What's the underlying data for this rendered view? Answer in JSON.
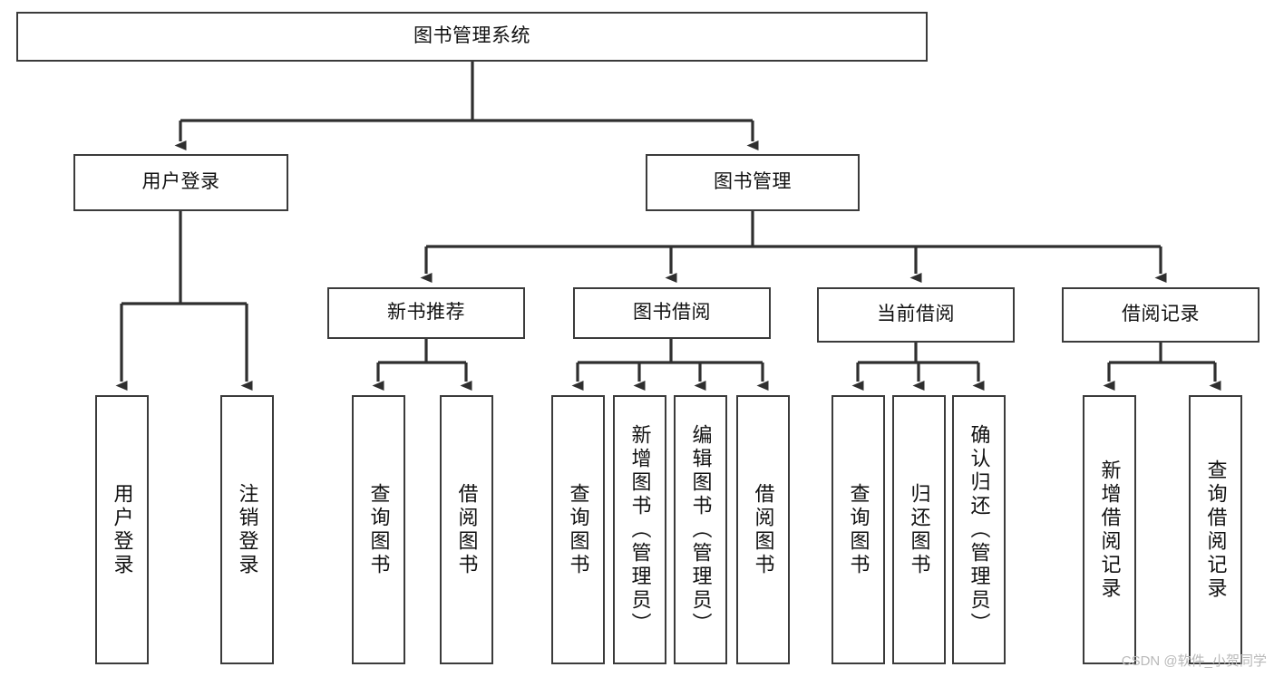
{
  "diagram": {
    "type": "tree-hierarchy",
    "title": "图书管理系统",
    "orientation": "top-down",
    "colors": {
      "box_border": "#3b3b3b",
      "box_fill": "#ffffff",
      "edge": "#2f2f2f",
      "text": "#111111",
      "watermark": "#b9b9b9",
      "background": "#ffffff"
    }
  },
  "watermark": {
    "text": "CSDN @软件_小贺同学"
  },
  "nodes": {
    "root": {
      "label": "图书管理系统"
    },
    "level2": [
      {
        "id": "user-login",
        "label": "用户登录"
      },
      {
        "id": "book-manage",
        "label": "图书管理"
      }
    ],
    "level3": [
      {
        "id": "new-book-recommend",
        "label": "新书推荐"
      },
      {
        "id": "book-borrow",
        "label": "图书借阅"
      },
      {
        "id": "current-borrow",
        "label": "当前借阅"
      },
      {
        "id": "borrow-record",
        "label": "借阅记录"
      }
    ],
    "leaves": {
      "user-login": [
        {
          "id": "leaf-user-login",
          "label": "用户登录"
        },
        {
          "id": "leaf-logout",
          "label": "注销登录"
        }
      ],
      "new-book-recommend": [
        {
          "id": "leaf-query-book-1",
          "label": "查询图书"
        },
        {
          "id": "leaf-borrow-book-1",
          "label": "借阅图书"
        }
      ],
      "book-borrow": [
        {
          "id": "leaf-query-book-2",
          "label": "查询图书"
        },
        {
          "id": "leaf-add-book",
          "label": "新增图书（管理员）"
        },
        {
          "id": "leaf-edit-book",
          "label": "编辑图书（管理员）"
        },
        {
          "id": "leaf-borrow-book-2",
          "label": "借阅图书"
        }
      ],
      "current-borrow": [
        {
          "id": "leaf-query-book-3",
          "label": "查询图书"
        },
        {
          "id": "leaf-return-book",
          "label": "归还图书"
        },
        {
          "id": "leaf-confirm-return",
          "label": "确认归还（管理员）"
        }
      ],
      "borrow-record": [
        {
          "id": "leaf-add-record",
          "label": "新增借阅记录"
        },
        {
          "id": "leaf-query-record",
          "label": "查询借阅记录"
        }
      ]
    }
  }
}
